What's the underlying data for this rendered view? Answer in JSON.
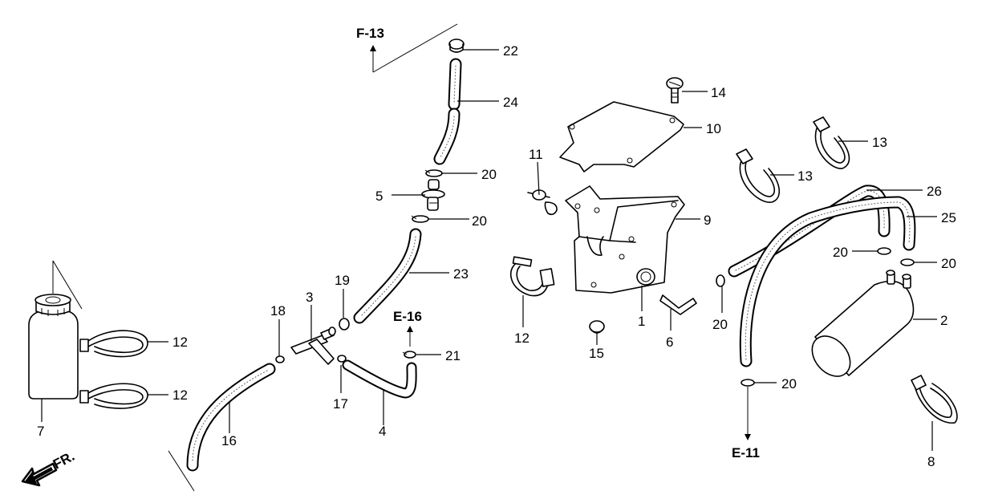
{
  "diagram": {
    "part_labels": [
      "1",
      "2",
      "3",
      "4",
      "5",
      "6",
      "7",
      "8",
      "9",
      "10",
      "11",
      "12",
      "12",
      "12",
      "13",
      "13",
      "14",
      "15",
      "16",
      "17",
      "18",
      "19",
      "20",
      "20",
      "20",
      "20",
      "20",
      "20",
      "21",
      "22",
      "23",
      "24",
      "25",
      "26"
    ],
    "references": {
      "f13": "F-13",
      "e16": "E-16",
      "e11": "E-11"
    },
    "direction_label": "FR."
  }
}
